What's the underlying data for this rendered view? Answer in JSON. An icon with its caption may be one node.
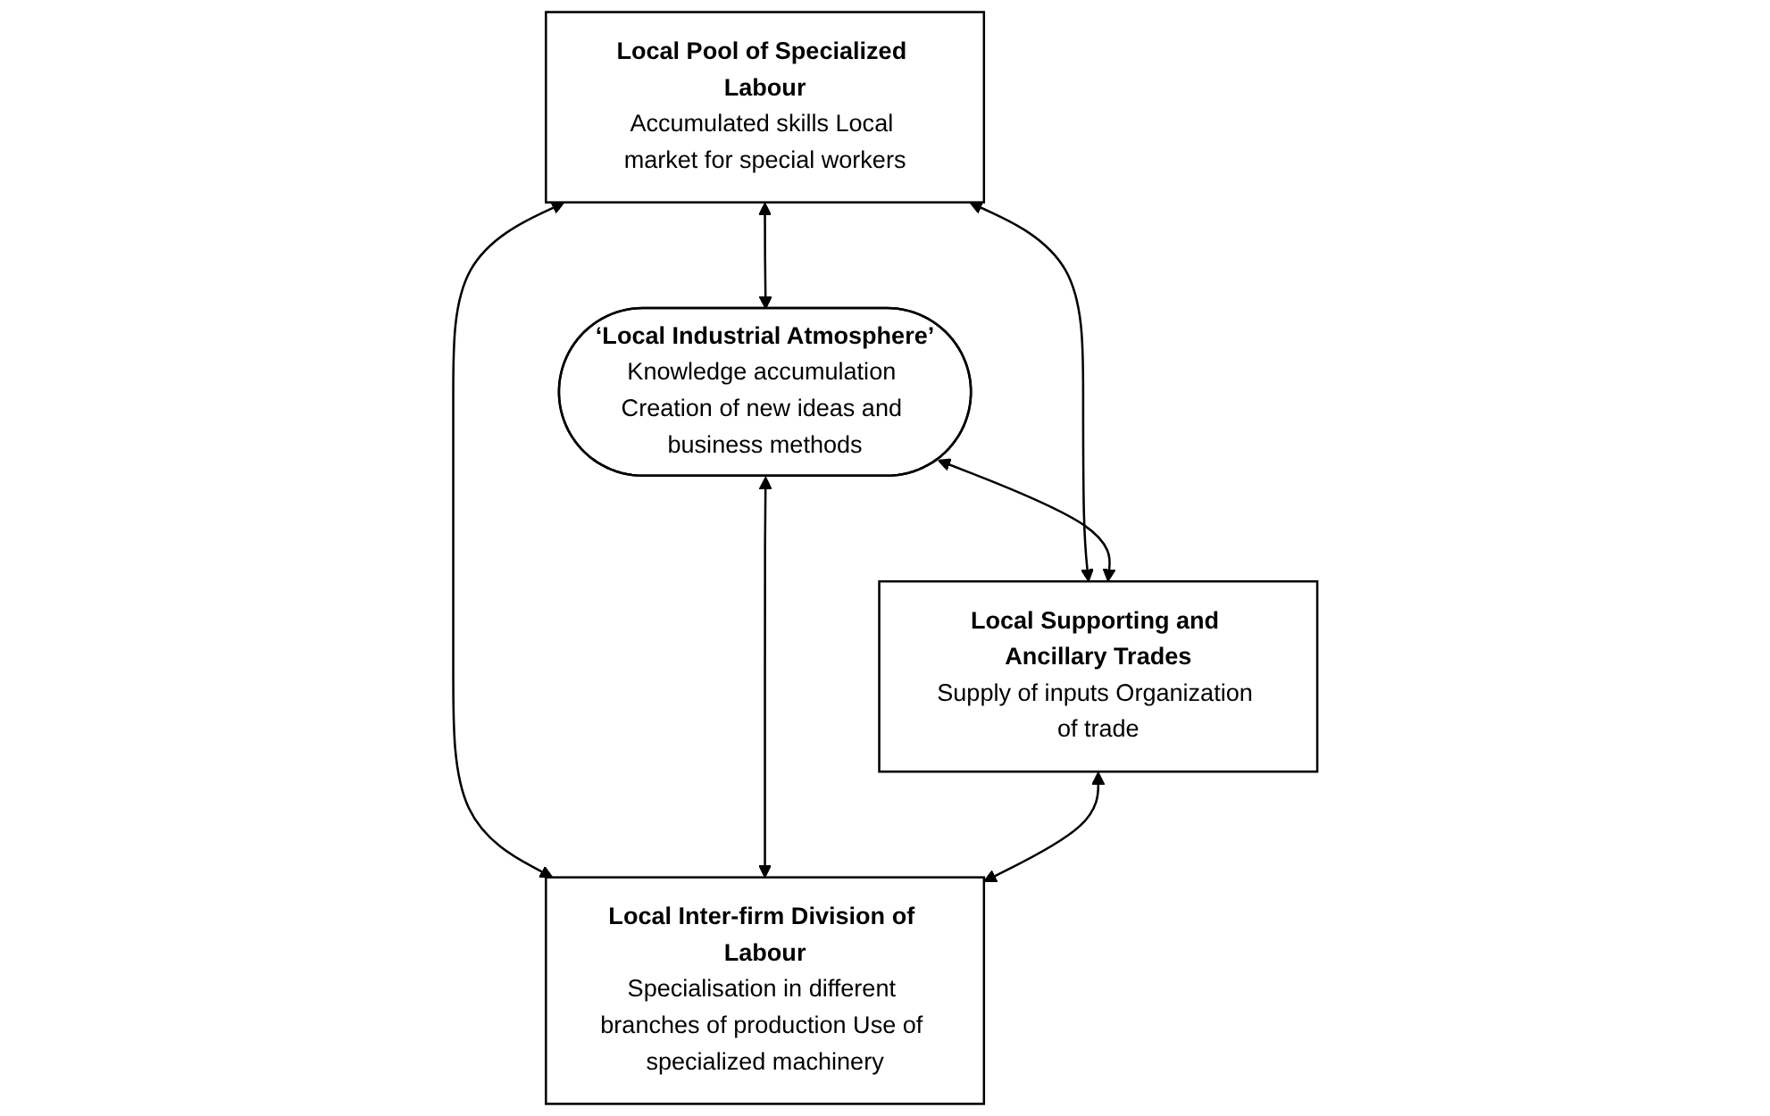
{
  "diagram": {
    "nodes": [
      {
        "text": [
          "Local Pool of Specialized Labour",
          "Accumulated skills Local market for special workers"
        ]
      },
      {
        "text": [
          "‘Local Industrial Atmosphere’",
          "Knowledge accumulation Creation of new ideas and business methods"
        ]
      },
      {
        "text": [
          "Local Supporting and Ancillary Trades",
          "Supply of inputs Organization of trade"
        ]
      },
      {
        "text": [
          "Local Inter-firm Division of Labour",
          "Specialisation in different branches of production Use of specialized machinery"
        ]
      }
    ],
    "edges": [
      {
        "from": 0,
        "to": 1,
        "arrow": "both"
      },
      {
        "from": 0,
        "to": 2,
        "arrow": "both"
      },
      {
        "from": 0,
        "to": 3,
        "arrow": "both"
      },
      {
        "from": 1,
        "to": 2,
        "arrow": "both"
      },
      {
        "from": 1,
        "to": 3,
        "arrow": "both"
      },
      {
        "from": 2,
        "to": 3,
        "arrow": "both"
      }
    ]
  }
}
